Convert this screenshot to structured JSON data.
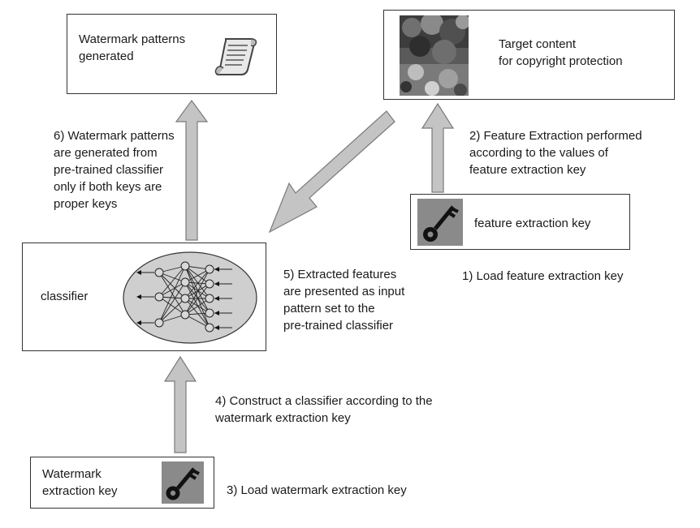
{
  "boxes": {
    "watermark_patterns": "Watermark patterns\ngenerated",
    "target_content": "Target content\nfor copyright protection",
    "feature_key": "feature extraction key",
    "classifier": "classifier",
    "watermark_key": "Watermark\nextraction key"
  },
  "steps": {
    "step1": "1) Load feature extraction key",
    "step2": "2) Feature Extraction performed\naccording to the values of\nfeature extraction key",
    "step3": "3) Load watermark extraction key",
    "step4": "4) Construct a classifier according to the\nwatermark extraction key",
    "step5": "5) Extracted features\nare presented as input\npattern set to the\npre-trained classifier",
    "step6": "6) Watermark patterns\nare generated from\npre-trained classifier\nonly if both keys are\nproper keys"
  },
  "icons": {
    "scroll": "scroll-icon",
    "photo": "photo-thumbnail",
    "key": "key-icon",
    "network": "neural-network-icon"
  },
  "colors": {
    "arrow_fill": "#c4c4c4",
    "arrow_stroke": "#7a7a7a",
    "network_fill": "#cfcfcf",
    "key_bg": "#8a8a8a"
  }
}
